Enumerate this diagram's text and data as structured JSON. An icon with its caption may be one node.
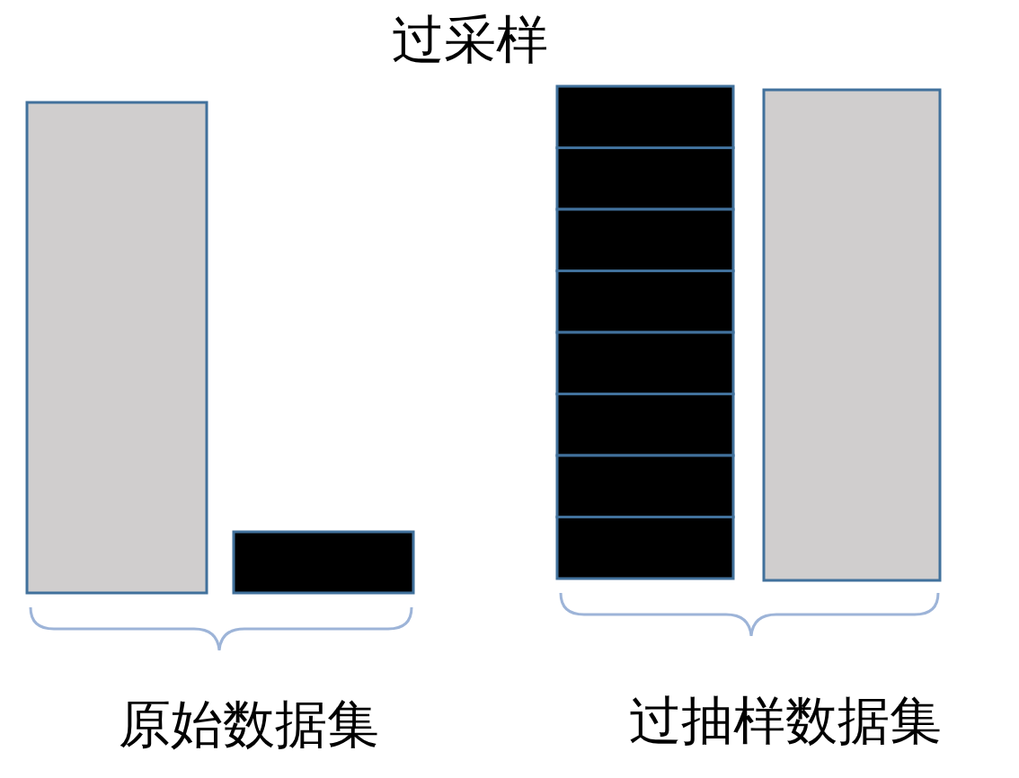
{
  "diagram": {
    "title": "过采样",
    "labels": [
      "原始数据集",
      "过抽样数据集"
    ]
  }
}
